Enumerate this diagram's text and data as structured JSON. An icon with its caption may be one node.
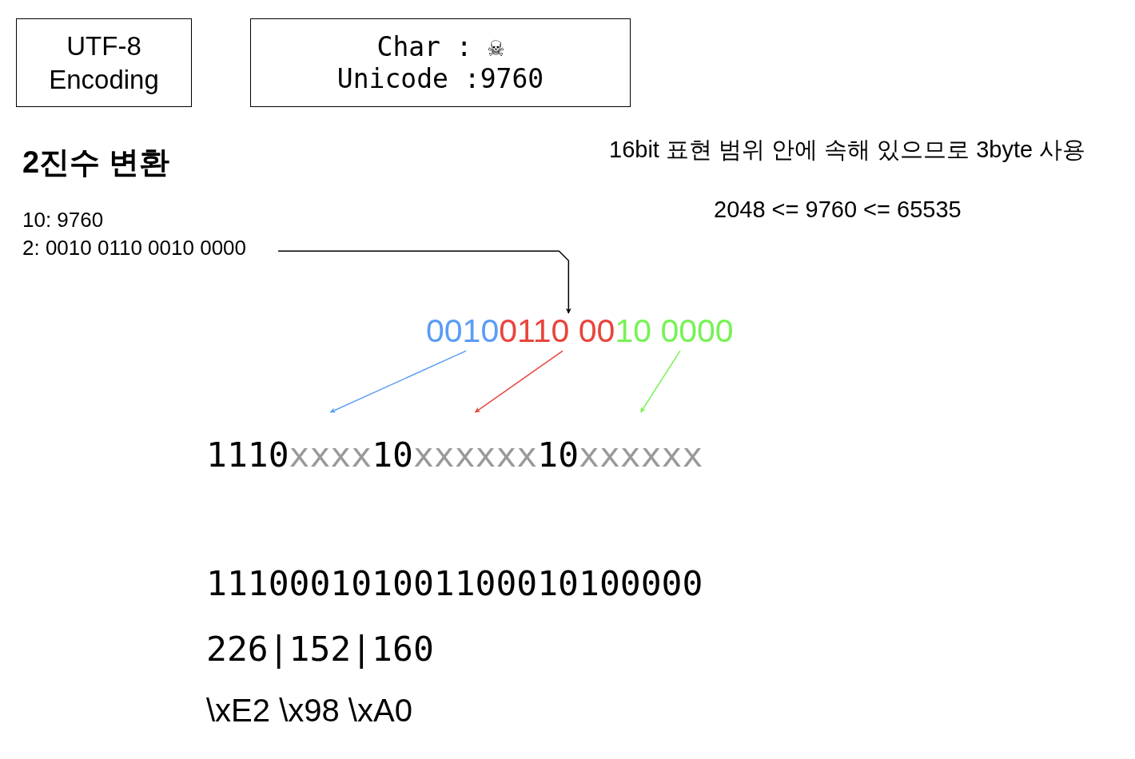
{
  "diagram": {
    "nodes": [
      {
        "text": [
          "UTF-8 Encoding"
        ]
      },
      {
        "text": [
          "Char : ☠",
          "Unicode :9760"
        ]
      },
      {
        "text": [
          "10: 9760",
          "2: 0010 0110 0010 0000"
        ]
      },
      {
        "text": [
          "0010"
        ]
      },
      {
        "text": [
          "0110 00"
        ]
      },
      {
        "text": [
          "10 0000"
        ]
      },
      {
        "text": [
          "1110"
        ]
      },
      {
        "text": [
          "xxxx"
        ]
      },
      {
        "text": [
          "10"
        ]
      },
      {
        "text": [
          "xxxxxx"
        ]
      },
      {
        "text": [
          "10"
        ]
      },
      {
        "text": [
          "xxxxxx"
        ]
      }
    ],
    "edges": [
      {
        "from": 2,
        "to": 4,
        "arrow": "to"
      },
      {
        "from": 3,
        "to": 7,
        "arrow": "to",
        "color": "#5b9cf6"
      },
      {
        "from": 4,
        "to": 9,
        "arrow": "to",
        "color": "#e8453c"
      },
      {
        "from": 5,
        "to": 11,
        "arrow": "to",
        "color": "#77f255"
      }
    ],
    "labels": [
      "2진수 변환",
      "16bit 표현 범위 안에 속해 있으므로 3byte 사용",
      "2048 <= 9760 <= 65535",
      "111000101001100010100000",
      "226|152|160",
      "\\xE2 \\x98 \\xA0"
    ]
  }
}
